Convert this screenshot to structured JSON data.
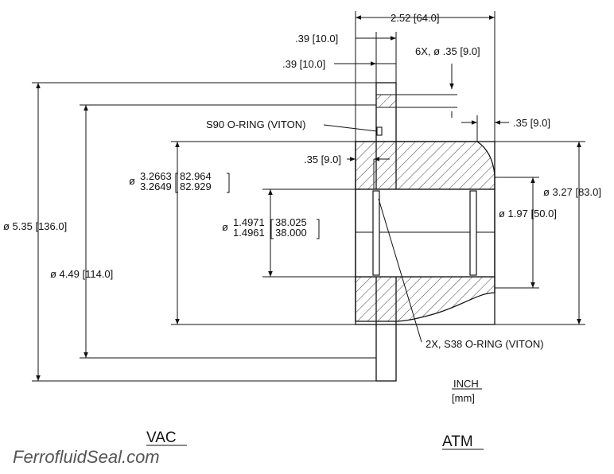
{
  "dimensions": {
    "overall_length": "2.52 [64.0]",
    "flange_thickness_top": ".39 [10.0]",
    "flange_thickness_mid": ".39 [10.0]",
    "bolt_holes": "6X, ø .35 [9.0]",
    "atm_step": ".35 [9.0]",
    "vac_step": ".35 [9.0]",
    "flange_od": "ø 5.35 [136.0]",
    "bolt_circle": "ø 4.49 [114.0]",
    "pilot_dia_in_max": "3.2663",
    "pilot_dia_in_min": "3.2649",
    "pilot_dia_mm_max": "82.964",
    "pilot_dia_mm_min": "82.929",
    "bore_in_max": "1.4971",
    "bore_in_min": "1.4961",
    "bore_mm_max": "38.025",
    "bore_mm_min": "38.000",
    "housing_od": "ø 3.27 [83.0]",
    "shaft_dia": "ø 1.97 [50.0]",
    "dia_symbol": "ø"
  },
  "callouts": {
    "face_oring": "S90 O-RING (VITON)",
    "shaft_orings": "2X, S38 O-RING (VITON)"
  },
  "units": {
    "primary": "INCH",
    "secondary": "[mm]"
  },
  "sides": {
    "vacuum": "VAC",
    "atmosphere": "ATM"
  },
  "watermark": "FerrofluidSeal.com"
}
